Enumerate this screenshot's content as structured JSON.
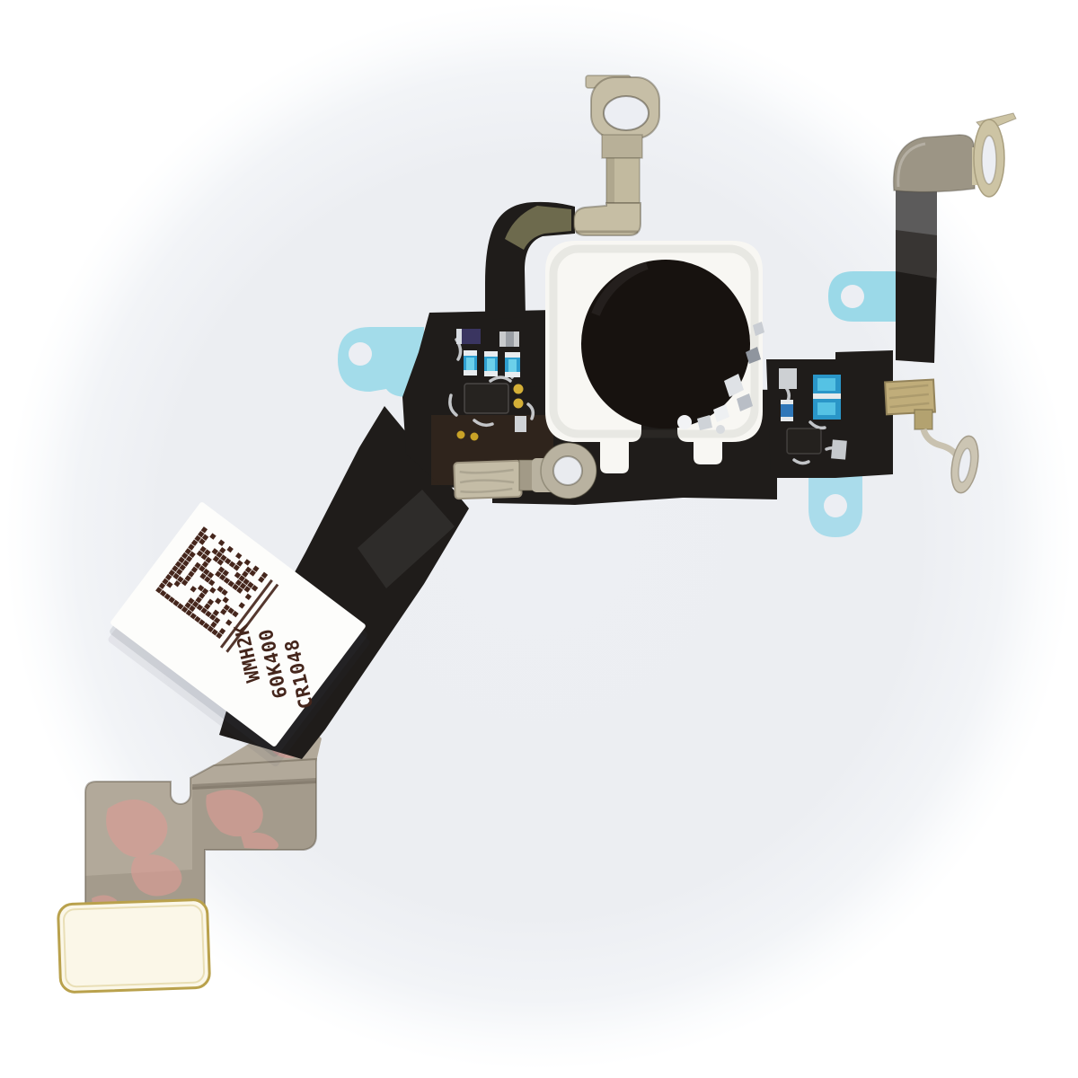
{
  "photo": {
    "subject": "flashlight-flex-cable-replacement-part",
    "label": {
      "lines": [
        "CR1048",
        "60K400",
        "WMH2K"
      ]
    },
    "parts": [
      "metal-bracket-top",
      "flash-housing",
      "flash-lens",
      "flex-ribbon",
      "pcb-left",
      "pcb-right",
      "adhesive-tab-left",
      "adhesive-tab-right-upper",
      "adhesive-tab-right-lower",
      "ground-bracket-center",
      "ground-bracket-right",
      "foam-pad",
      "contact-ring",
      "serial-label",
      "datamatrix-code",
      "metal-plate-bottom",
      "contact-pad-cream"
    ],
    "colors": {
      "background": "#edeff3",
      "flex_black": "#1f1c1a",
      "adhesive_blue": "#a3dcea",
      "metal": "#c6bea6",
      "housing_white": "#f8f7f3",
      "lens_black": "#17120f",
      "label_ink": "#45261c",
      "adhesive_pink": "#dd9b95",
      "plate_gray": "#b2a99a",
      "pad_cream": "#fbf7e8",
      "capacitor_blue": "#2f9ecf",
      "gold": "#c9a227"
    }
  }
}
